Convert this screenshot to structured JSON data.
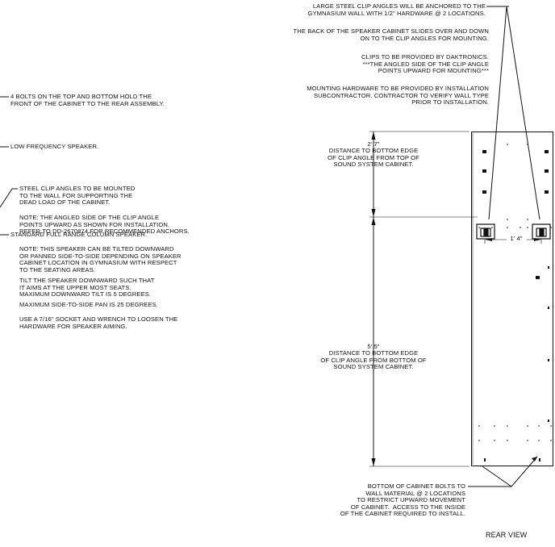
{
  "notes": {
    "bolts": "4 BOLTS ON THE TOP AND BOTTOM HOLD THE\nFRONT OF THE CABINET TO THE REAR ASSEMBLY.",
    "low_freq": "LOW FREQUENCY SPEAKER.",
    "clip_angles": "STEEL CLIP ANGLES TO BE MOUNTED\nTO THE WALL FOR SUPPORTING THE\nDEAD LOAD OF THE CABINET.",
    "clip_note": "NOTE: THE ANGLED SIDE OF THE CLIP ANGLE\nPOINTS UPWARD AS SHOWN FOR INSTALLATION.\nREFER TO DD-2670874 FOR RECOMMENDED ANCHORS.",
    "full_range": "STANDARD FULL RANGE COLUMN SPEAKER.",
    "tilt_note": "NOTE: THIS SPEAKER CAN BE TILTED DOWNWARD\nOR PANNED SIDE-TO-SIDE DEPENDING ON SPEAKER\nCABINET LOCATION IN GYMNASIUM WITH RESPECT\nTO THE SEATING AREAS.",
    "tilt_aim": "TILT THE SPEAKER DOWNWARD SUCH THAT\nIT AIMS AT THE UPPER MOST SEATS.\nMAXIMUM DOWNWARD TILT IS 5 DEGREES.",
    "pan": "MAXIMUM SIDE-TO-SIDE PAN IS 25 DEGREES.",
    "socket": "USE A 7/16\" SOCKET AND WRENCH TO LOOSEN THE\nHARDWARE FOR SPEAKER AIMING.",
    "large_clip": "LARGE STEEL CLIP ANGLES WILL BE ANCHORED TO THE\nGYMNASIUM WALL WITH 1/2\" HARDWARE @ 2 LOCATIONS.",
    "slides": "THE BACK OF THE SPEAKER CABINET SLIDES OVER AND DOWN\nON TO THE CLIP ANGLES FOR MOUNTING.",
    "clips_provided": "CLIPS TO BE PROVIDED BY DAKTRONICS.\n***THE ANGLED SIDE OF THE CLIP ANGLE\nPOINTS UPWARD FOR MOUNTING***",
    "hardware": "MOUNTING HARDWARE TO BE PROVIDED BY INSTALLATION\nSUBCONTRACTOR. CONTRACTOR TO VERIFY WALL TYPE\nPRIOR TO INSTALLATION.",
    "bottom_bolts": "BOTTOM OF CABINET BOLTS TO\nWALL MATERIAL @ 2 LOCATIONS\nTO RESTRICT UPWARD MOVEMENT\nOF CABINET.  ACCESS TO THE INSIDE\nOF THE CABINET REQUIRED TO INSTALL."
  },
  "dimensions": {
    "top_value": "2' 7\"",
    "top_desc": "DISTANCE TO BOTTOM EDGE\nOF CLIP ANGLE FROM TOP OF\nSOUND SYSTEM CABINET.",
    "bottom_value": "5' 5\"",
    "bottom_desc": "DISTANCE TO BOTTOM EDGE\nOF CLIP ANGLE FROM BOTTOM OF\nSOUND SYSTEM CABINET.",
    "spacing_value": "1' 4\""
  },
  "view_label": "REAR VIEW"
}
